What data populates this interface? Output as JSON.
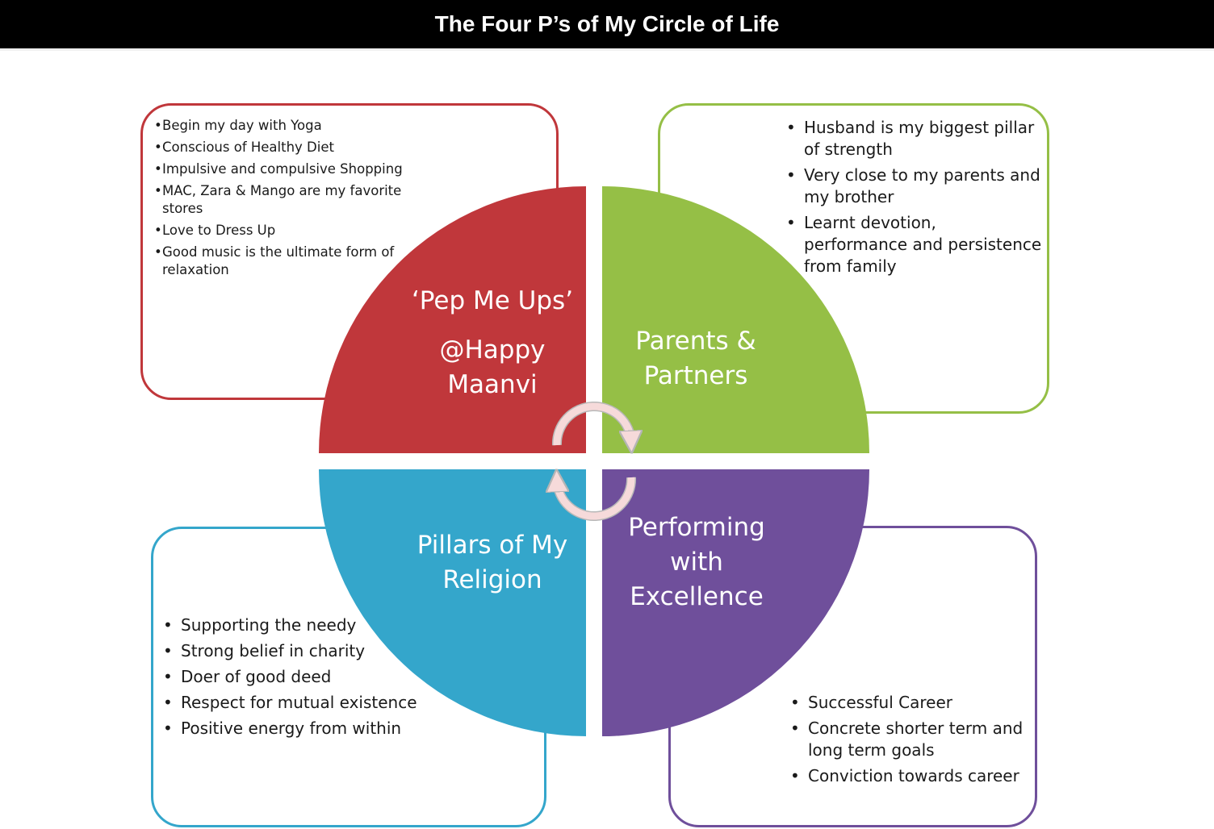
{
  "title": "The Four P’s of My Circle of Life",
  "colors": {
    "red": "#c0373b",
    "green": "#95bf46",
    "blue": "#34a6cb",
    "purple": "#6f4f9b",
    "arrow": "#f6dada"
  },
  "quadrants": {
    "top_left": {
      "label": "‘Pep Me Ups’",
      "handle": "@Happy Maanvi",
      "items": [
        "Begin my day with Yoga",
        "Conscious of Healthy Diet",
        "Impulsive and compulsive Shopping",
        "MAC, Zara & Mango are my favorite stores",
        "Love to Dress Up",
        "Good music is the ultimate form of relaxation"
      ]
    },
    "top_right": {
      "label": "Parents & Partners",
      "items": [
        "Husband is my biggest pillar of strength",
        "Very close to my parents and my brother",
        "Learnt devotion, performance and persistence from family"
      ]
    },
    "bottom_left": {
      "label": "Pillars of My Religion",
      "items": [
        "Supporting the needy",
        "Strong belief in charity",
        "Doer of good deed",
        "Respect for mutual existence",
        "Positive energy from within"
      ]
    },
    "bottom_right": {
      "label": "Performing with Excellence",
      "items": [
        "Successful Career",
        "Concrete shorter term and long term goals",
        "Conviction towards career"
      ]
    }
  }
}
